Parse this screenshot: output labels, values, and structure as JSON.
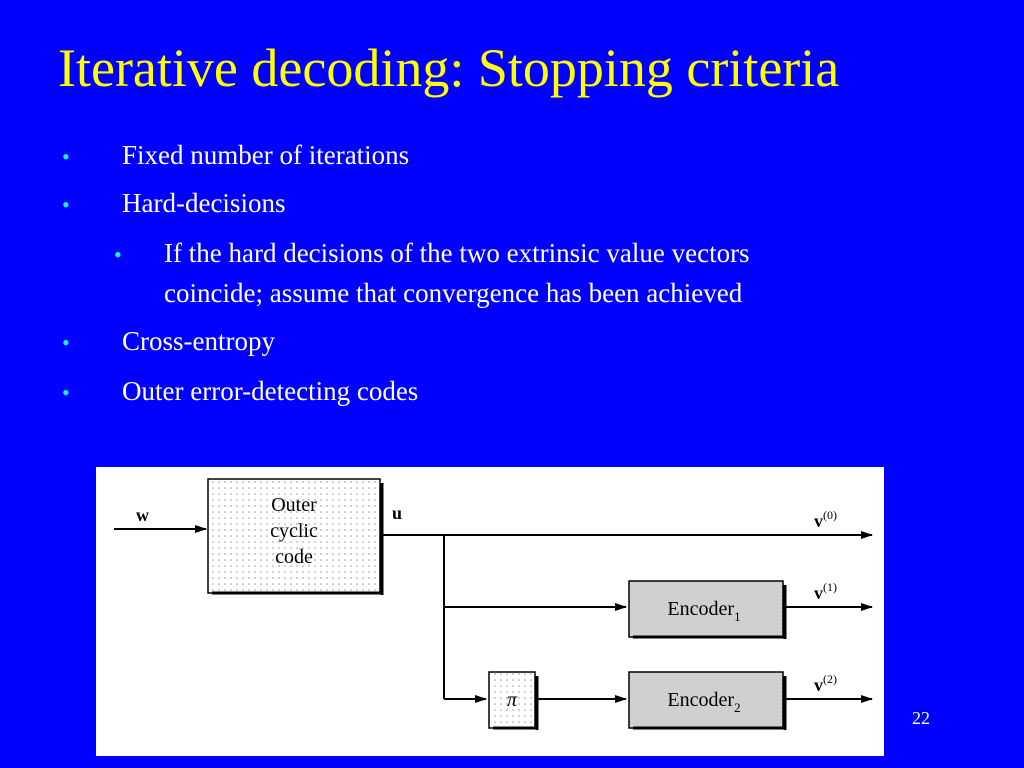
{
  "slide": {
    "title": "Iterative decoding: Stopping criteria",
    "bullets": [
      "Fixed number of iterations",
      "Hard-decisions",
      "If the hard decisions of the two extrinsic value vectors",
      "coincide; assume that convergence has been achieved",
      "Cross-entropy",
      "Outer error-detecting codes"
    ],
    "bullet_glyph": "•",
    "page_number": "22"
  },
  "diagram": {
    "input_label": "w",
    "outer_code_lines": [
      "Outer",
      "cyclic",
      "code"
    ],
    "u_label": "u",
    "v0_label": "v",
    "v0_sup": "(0)",
    "v1_label": "v",
    "v1_sup": "(1)",
    "v2_label": "v",
    "v2_sup": "(2)",
    "interleaver_label": "π",
    "encoder1_text": "Encoder",
    "encoder1_sub": "1",
    "encoder2_text": "Encoder",
    "encoder2_sub": "2"
  },
  "colors": {
    "background": "#0000ff",
    "title": "#ffff00",
    "body_text": "#ffffff",
    "bullet": "#00ffff"
  }
}
